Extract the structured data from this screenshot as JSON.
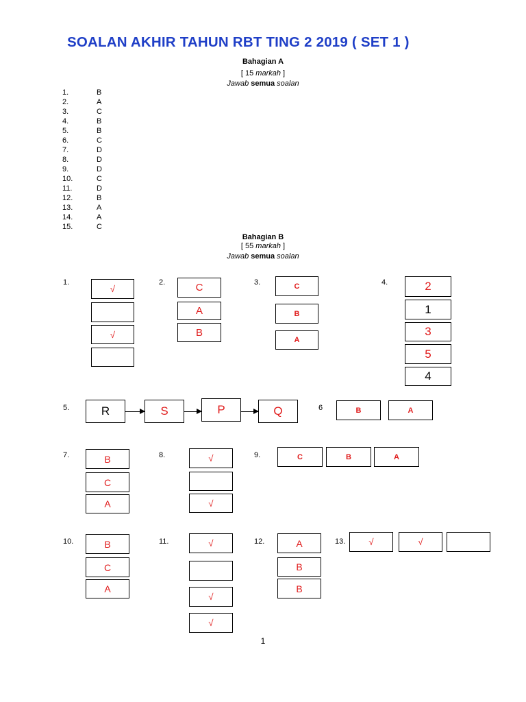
{
  "title": "SOALAN AKHIR TAHUN RBT TING 2 2019 ( SET 1 )",
  "sectionA": {
    "heading": "Bahagian A",
    "marks_open": "[ 15 ",
    "marks_word": "markah",
    "marks_close": " ]",
    "instr_a": "Jawab ",
    "instr_b": "semua",
    "instr_c": " soalan",
    "answers": [
      {
        "n": "1.",
        "a": "B"
      },
      {
        "n": "2.",
        "a": "A"
      },
      {
        "n": "3.",
        "a": "C"
      },
      {
        "n": "4.",
        "a": "B"
      },
      {
        "n": "5.",
        "a": "B"
      },
      {
        "n": "6.",
        "a": "C"
      },
      {
        "n": "7.",
        "a": "D"
      },
      {
        "n": "8.",
        "a": "D"
      },
      {
        "n": "9.",
        "a": "D"
      },
      {
        "n": "10.",
        "a": "C"
      },
      {
        "n": "11.",
        "a": "D"
      },
      {
        "n": "12.",
        "a": "B"
      },
      {
        "n": "13.",
        "a": "A"
      },
      {
        "n": "14.",
        "a": "A"
      },
      {
        "n": "15.",
        "a": "C"
      }
    ]
  },
  "sectionB": {
    "heading": "Bahagian B",
    "marks_open": "[ 55 ",
    "marks_word": "markah",
    "marks_close": " ]",
    "instr_a": "Jawab ",
    "instr_b": "semua",
    "instr_c": " soalan",
    "q1": {
      "num": "1.",
      "boxes": [
        "√",
        "",
        "√",
        ""
      ]
    },
    "q2": {
      "num": "2.",
      "boxes": [
        "C",
        "A",
        "B"
      ]
    },
    "q3": {
      "num": "3.",
      "boxes": [
        "C",
        "B",
        "A"
      ]
    },
    "q4": {
      "num": "4.",
      "boxes": [
        "2",
        "1",
        "3",
        "5",
        "4"
      ]
    },
    "q5": {
      "num": "5.",
      "boxes": [
        "R",
        "S",
        "P",
        "Q"
      ]
    },
    "q6": {
      "num": "6",
      "boxes": [
        "B",
        "A"
      ]
    },
    "q7": {
      "num": "7.",
      "boxes": [
        "B",
        "C",
        "A"
      ]
    },
    "q8": {
      "num": "8.",
      "boxes": [
        "√",
        "",
        "√"
      ]
    },
    "q9": {
      "num": "9.",
      "boxes": [
        "C",
        "B",
        "A"
      ]
    },
    "q10": {
      "num": "10.",
      "boxes": [
        "B",
        "C",
        "A"
      ]
    },
    "q11": {
      "num": "11.",
      "boxes": [
        "√",
        "",
        "√",
        "√"
      ]
    },
    "q12": {
      "num": "12.",
      "boxes": [
        "A",
        "B",
        "B"
      ]
    },
    "q13": {
      "num": "13.",
      "boxes": [
        "√",
        "√",
        ""
      ]
    }
  },
  "colors": {
    "title": "#1f3fc7",
    "answer": "#e01b1b"
  },
  "page_number": "1"
}
